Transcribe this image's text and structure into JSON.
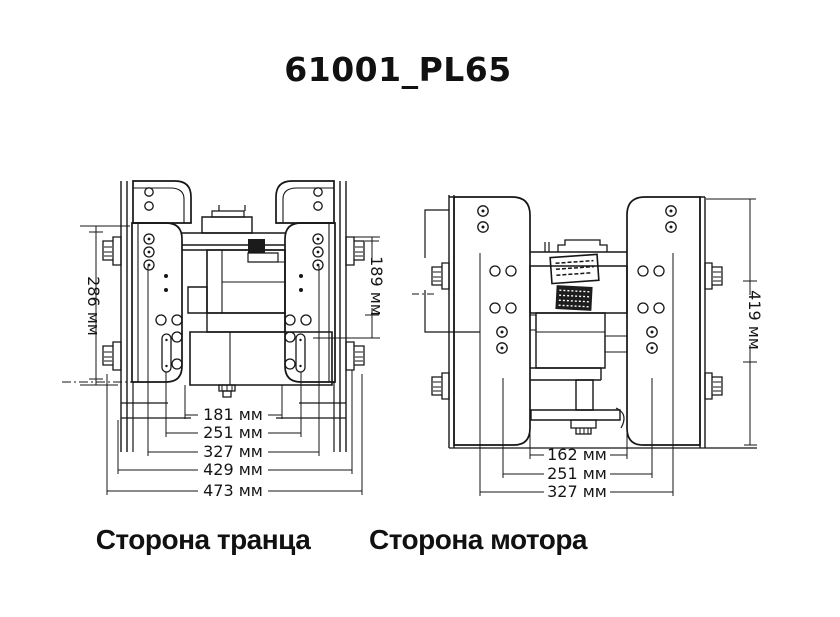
{
  "title": "61001_PL65",
  "views": {
    "left": {
      "caption": "Сторона транца",
      "dims": {
        "height": "286 мм",
        "inner_height": "189 мм",
        "widths": [
          "181 мм",
          "251 мм",
          "327 мм",
          "429 мм",
          "473 мм"
        ]
      }
    },
    "right": {
      "caption": "Сторона мотора",
      "dims": {
        "height": "419 мм",
        "widths": [
          "162 мм",
          "251 мм",
          "327 мм"
        ]
      }
    }
  },
  "colors": {
    "ink": "#161616",
    "paper": "#ffffff"
  }
}
